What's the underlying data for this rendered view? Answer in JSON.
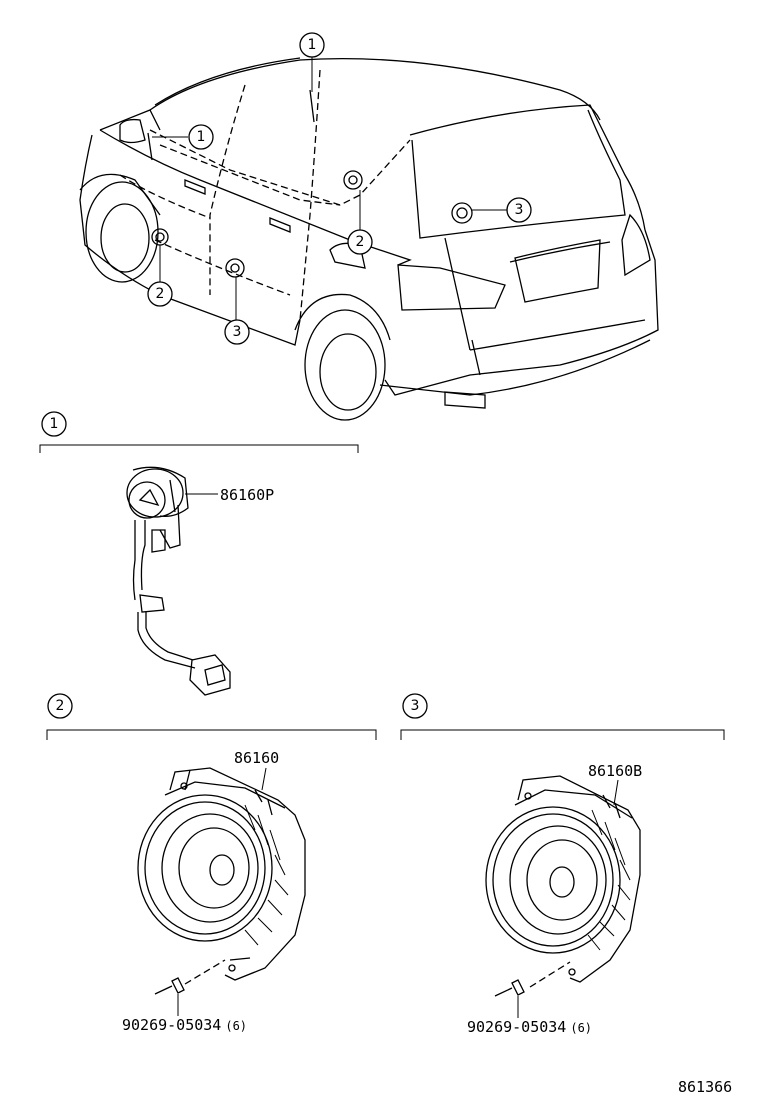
{
  "callouts": {
    "one": "1",
    "two": "2",
    "three": "3"
  },
  "sections": {
    "tweeter": {
      "number": "1",
      "part_number": "86160P"
    },
    "front_speaker": {
      "number": "2",
      "part_number": "86160",
      "screw_part": "90269-05034",
      "screw_qty": "(6)"
    },
    "rear_speaker": {
      "number": "3",
      "part_number": "86160B",
      "screw_part": "90269-05034",
      "screw_qty": "(6)"
    }
  },
  "diagram_id": "861366"
}
